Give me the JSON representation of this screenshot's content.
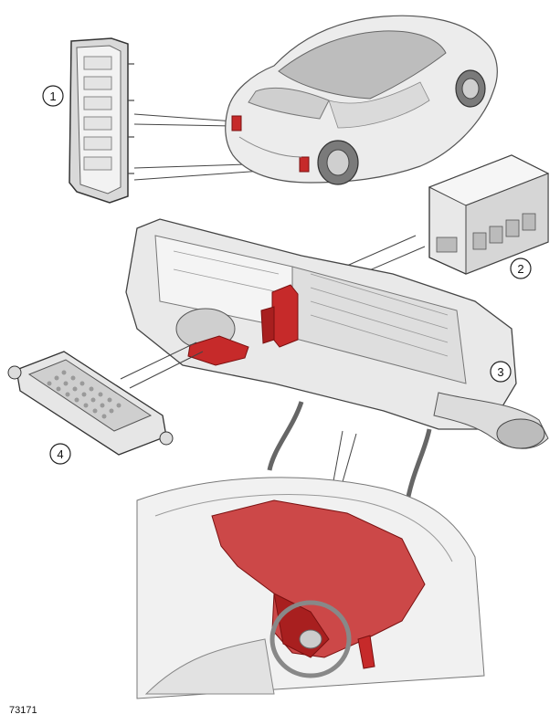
{
  "figure": {
    "id": "73171"
  },
  "callouts": [
    {
      "number": "1"
    },
    {
      "number": "2"
    },
    {
      "number": "3"
    },
    {
      "number": "4"
    }
  ],
  "colors": {
    "highlight": "#c62a2a",
    "line": "#444444",
    "component_fill": "#e6e6e6",
    "component_shade": "#c8c8c8"
  }
}
